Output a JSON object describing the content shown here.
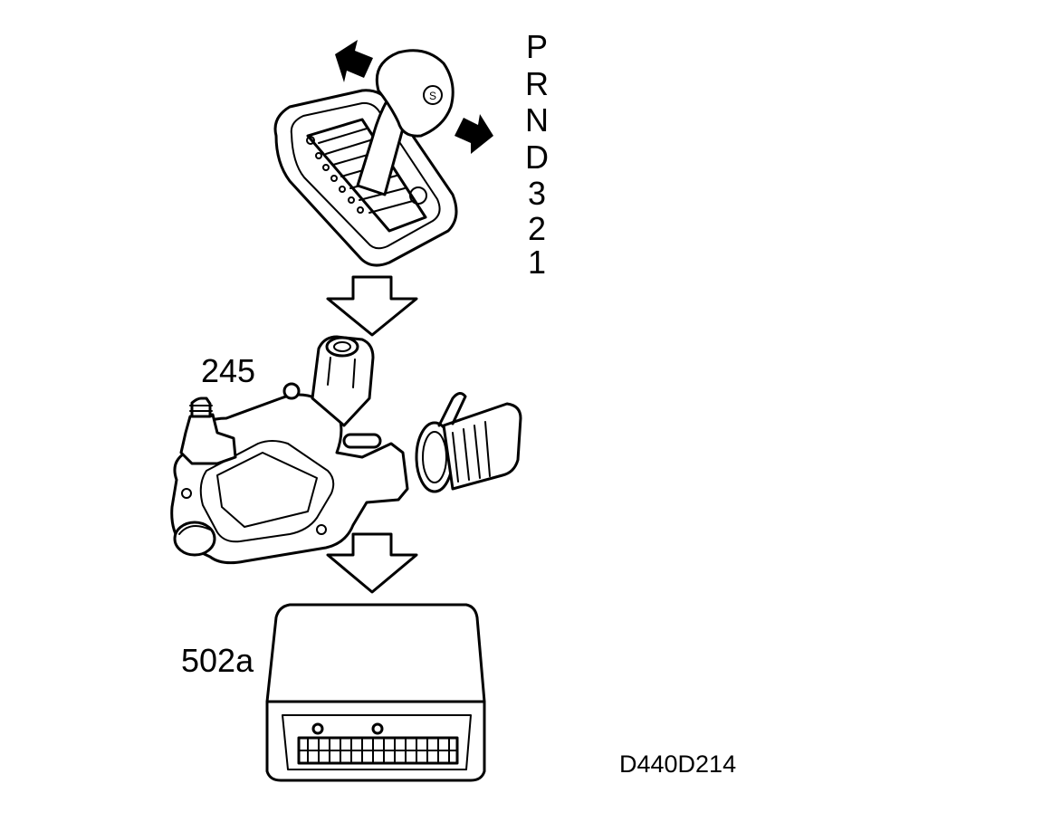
{
  "gear_positions": [
    "P",
    "R",
    "N",
    "D",
    "3",
    "2",
    "1"
  ],
  "labels": {
    "selector_switch": "245",
    "control_module": "502a",
    "figure_code": "D440D214"
  },
  "colors": {
    "ink": "#000000",
    "paper": "#ffffff"
  },
  "icons": [
    "gear-lever-icon",
    "flow-arrow-down-icon",
    "direction-arrow-icon"
  ]
}
